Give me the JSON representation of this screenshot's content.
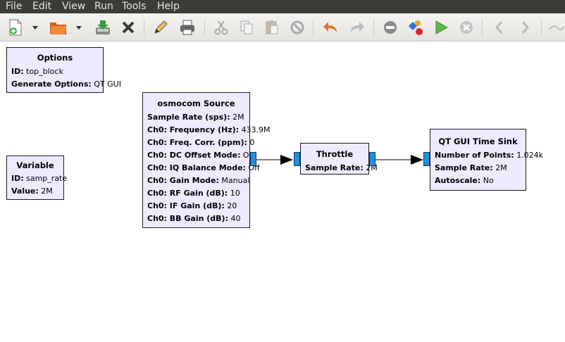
{
  "menubar": {
    "items": [
      "File",
      "Edit",
      "View",
      "Run",
      "Tools",
      "Help"
    ]
  },
  "toolbar": {
    "buttons": [
      "new",
      "open",
      "save",
      "close",
      "edit-properties",
      "print",
      "cut",
      "copy",
      "paste",
      "disable",
      "undo",
      "redo",
      "stop",
      "generate",
      "execute",
      "kill",
      "back",
      "forward",
      "more"
    ]
  },
  "blocks": {
    "options": {
      "title": "Options",
      "props": [
        {
          "k": "ID:",
          "v": "top_block"
        },
        {
          "k": "Generate Options:",
          "v": "QT GUI"
        }
      ]
    },
    "variable": {
      "title": "Variable",
      "props": [
        {
          "k": "ID:",
          "v": "samp_rate"
        },
        {
          "k": "Value:",
          "v": "2M"
        }
      ]
    },
    "osmocom": {
      "title": "osmocom Source",
      "props": [
        {
          "k": "Sample Rate (sps):",
          "v": "2M"
        },
        {
          "k": "Ch0: Frequency (Hz):",
          "v": "433.9M"
        },
        {
          "k": "Ch0: Freq. Corr. (ppm):",
          "v": "0"
        },
        {
          "k": "Ch0: DC Offset Mode:",
          "v": "Off"
        },
        {
          "k": "Ch0: IQ Balance Mode:",
          "v": "Off"
        },
        {
          "k": "Ch0: Gain Mode:",
          "v": "Manual"
        },
        {
          "k": "Ch0: RF Gain (dB):",
          "v": "10"
        },
        {
          "k": "Ch0: IF Gain (dB):",
          "v": "20"
        },
        {
          "k": "Ch0: BB Gain (dB):",
          "v": "40"
        }
      ]
    },
    "throttle": {
      "title": "Throttle",
      "props": [
        {
          "k": "Sample Rate:",
          "v": "2M"
        }
      ]
    },
    "timesink": {
      "title": "QT GUI Time Sink",
      "props": [
        {
          "k": "Number of Points:",
          "v": "1.024k"
        },
        {
          "k": "Sample Rate:",
          "v": "2M"
        },
        {
          "k": "Autoscale:",
          "v": "No"
        }
      ]
    }
  },
  "colors": {
    "block_bg": "#eeeaff",
    "port": "#1f8fe0",
    "menubar": "#3c3b37"
  }
}
